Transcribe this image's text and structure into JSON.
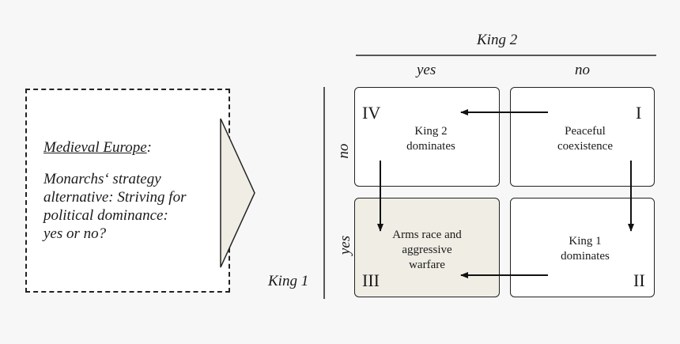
{
  "context": {
    "title": "Medieval Europe",
    "title_suffix": ":",
    "lines": [
      "Monarchs‘ strategy",
      "alternative: Striving for",
      "political dominance:",
      "yes or no?"
    ]
  },
  "matrix": {
    "column_player": "King 2",
    "row_player": "King 1",
    "column_labels": [
      "yes",
      "no"
    ],
    "row_labels": [
      "no",
      "yes"
    ],
    "cells": {
      "top_left": {
        "numeral": "IV",
        "lines": [
          "King 2",
          "dominates"
        ]
      },
      "top_right": {
        "numeral": "I",
        "lines": [
          "Peaceful",
          "coexistence"
        ]
      },
      "bottom_left": {
        "numeral": "III",
        "lines": [
          "Arms race and",
          "aggressive",
          "warfare"
        ]
      },
      "bottom_right": {
        "numeral": "II",
        "lines": [
          "King 1",
          "dominates"
        ]
      }
    }
  },
  "colors": {
    "shaded_cell": "#efede4",
    "line": "#222222",
    "background": "#f7f7f7"
  }
}
